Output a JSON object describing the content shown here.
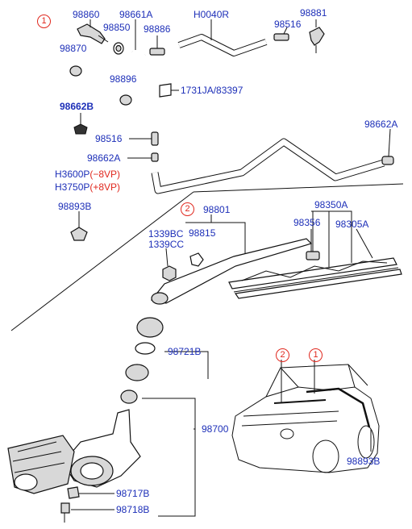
{
  "callouts": {
    "group_1_marker": "1",
    "group_2_marker": "2",
    "car_marker_1": "1",
    "car_marker_2": "2"
  },
  "labels": {
    "p98860": "98860",
    "p98661A": "98661A",
    "pH0040R": "H0040R",
    "p98881": "98881",
    "p98850": "98850",
    "p98886": "98886",
    "p98516_top": "98516",
    "p98870": "98870",
    "p98896": "98896",
    "ref_1731JA": "1731JA/83397",
    "p98662B": "98662B",
    "p98516_mid": "98516",
    "p98662A_right": "98662A",
    "p98662A_left": "98662A",
    "pH3600P_code": "H3600P",
    "pH3600P_variant": "(−8VP)",
    "pH3750P_code": "H3750P",
    "pH3750P_variant": "(+8VP)",
    "p98893B_left": "98893B",
    "p1339BC": "1339BC",
    "p1339CC": "1339CC",
    "p98801": "98801",
    "p98815": "98815",
    "p98350A": "98350A",
    "p98356": "98356",
    "p98305A": "98305A",
    "p98721B": "98721B",
    "p98700": "98700",
    "p98717B": "98717B",
    "p98718B": "98718B",
    "p98893B_car": "98893B"
  }
}
